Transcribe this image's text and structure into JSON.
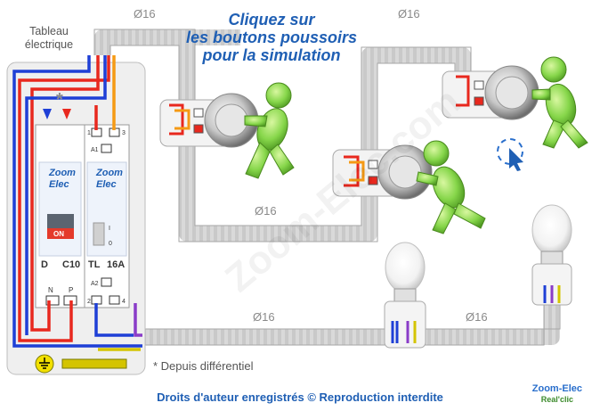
{
  "panel": {
    "label_line1": "Tableau",
    "label_line2": "électrique",
    "asterisk": "*",
    "breaker_left": {
      "brand1": "Zoom",
      "brand2": "Elec",
      "state": "ON",
      "type": "D",
      "rating": "C10",
      "terminal_n": "N",
      "terminal_p": "P"
    },
    "breaker_right": {
      "brand1": "Zoom",
      "brand2": "Elec",
      "type": "TL",
      "rating": "16A",
      "t1": "1",
      "t3": "3",
      "a1": "A1",
      "a2": "A2",
      "t2": "2",
      "t4": "4",
      "pos_on": "I",
      "pos_off": "0"
    }
  },
  "instruction": {
    "line1": "Cliquez sur",
    "line2": "les boutons poussoirs",
    "line3": "pour la simulation"
  },
  "conduits": {
    "top_left": "Ø16",
    "top_right": "Ø16",
    "middle": "Ø16",
    "bottom_left": "Ø16",
    "bottom_right": "Ø16"
  },
  "footnote": "* Depuis différentiel",
  "copyright": "Droits d'auteur enregistrés © Reproduction interdite",
  "brand": {
    "name": "Zoom-Elec",
    "tagline": "Real'clic"
  },
  "watermark": "Zoom-Elec.com",
  "colors": {
    "phase": "#e8281e",
    "neutral": "#1e3fd6",
    "earth": "#d4c400",
    "return": "#8a3cc8",
    "orange": "#f59a14",
    "accent": "#1f5fb4"
  }
}
